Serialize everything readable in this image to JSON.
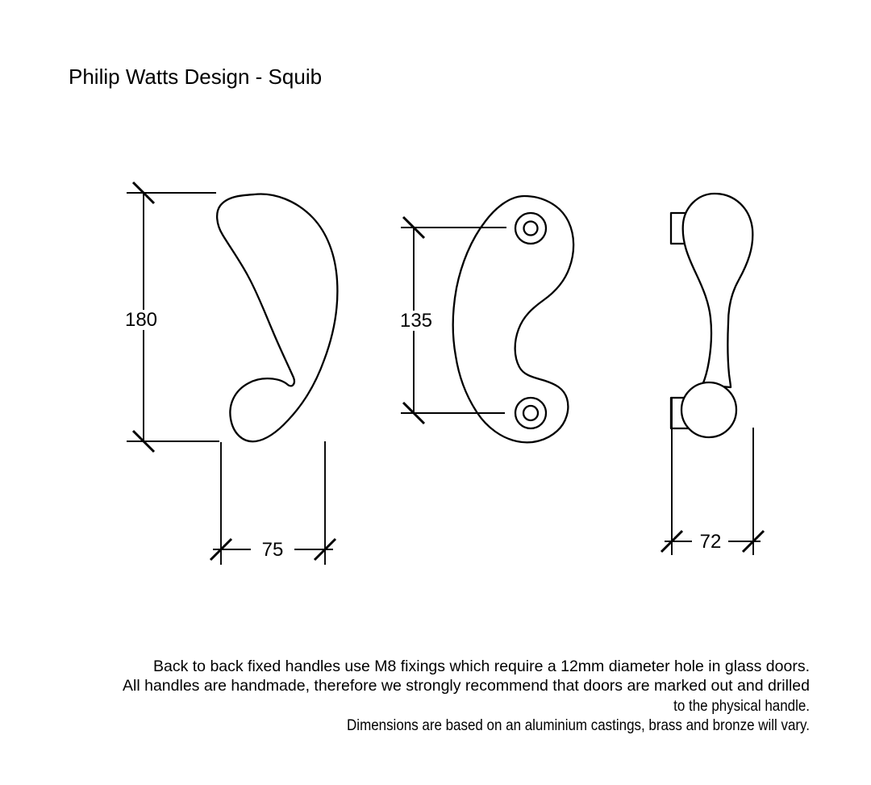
{
  "title": "Philip Watts Design - Squib",
  "dimensions": {
    "height": "180",
    "fixing_centres": "135",
    "width": "75",
    "depth": "72"
  },
  "notes": {
    "lines": [
      "Back to back fixed handles use M8 fixings which require a 12mm diameter hole in glass doors.",
      "All handles are handmade, therefore we strongly recommend that doors are marked out and drilled",
      "to the physical handle.",
      "Dimensions are based on an aluminium castings, brass and bronze will vary."
    ]
  },
  "colors": {
    "ink": "#000000",
    "paper": "#ffffff"
  }
}
